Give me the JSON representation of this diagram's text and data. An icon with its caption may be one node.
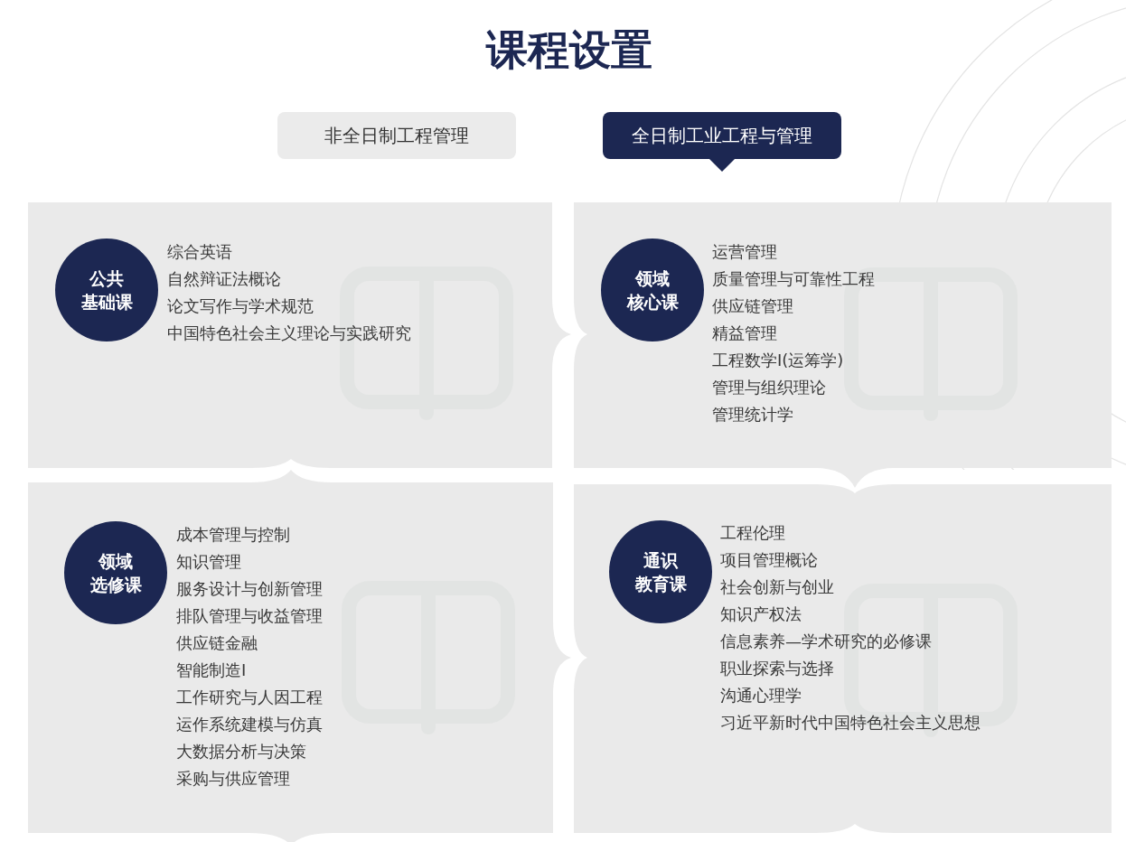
{
  "diagram": {
    "title": "课程设置",
    "nodes": [
      {
        "text": [
          "非全日制工程管理"
        ]
      },
      {
        "text": [
          "全日制工业工程与管理"
        ]
      },
      {
        "text": [
          "综合英语",
          "自然辩证法概论",
          "论文写作与学术规范",
          "中国特色社会主义理论与实践研究"
        ]
      },
      {
        "text": [
          "公共基础课"
        ],
        "in": 2
      },
      {
        "text": [
          "运营管理",
          "质量管理与可靠性工程",
          "供应链管理",
          "精益管理",
          "工程数学I(运筹学)",
          "管理与组织理论",
          "管理统计学"
        ]
      },
      {
        "text": [
          "领域核心课"
        ],
        "in": 4
      },
      {
        "text": [
          "成本管理与控制",
          "知识管理",
          "服务设计与创新管理",
          "排队管理与收益管理",
          "供应链金融",
          "智能制造I",
          "工作研究与人因工程",
          "运作系统建模与仿真",
          "大数据分析与决策",
          "采购与供应管理"
        ]
      },
      {
        "text": [
          "领域选修课"
        ],
        "in": 6
      },
      {
        "text": [
          "工程伦理",
          "项目管理概论",
          "社会创新与创业",
          "知识产权法",
          "信息素养—学术研究的必修课",
          "职业探索与选择",
          "沟通心理学",
          "习近平新时代中国特色社会主义思想"
        ]
      },
      {
        "text": [
          "通识教育课"
        ],
        "in": 8
      }
    ]
  }
}
